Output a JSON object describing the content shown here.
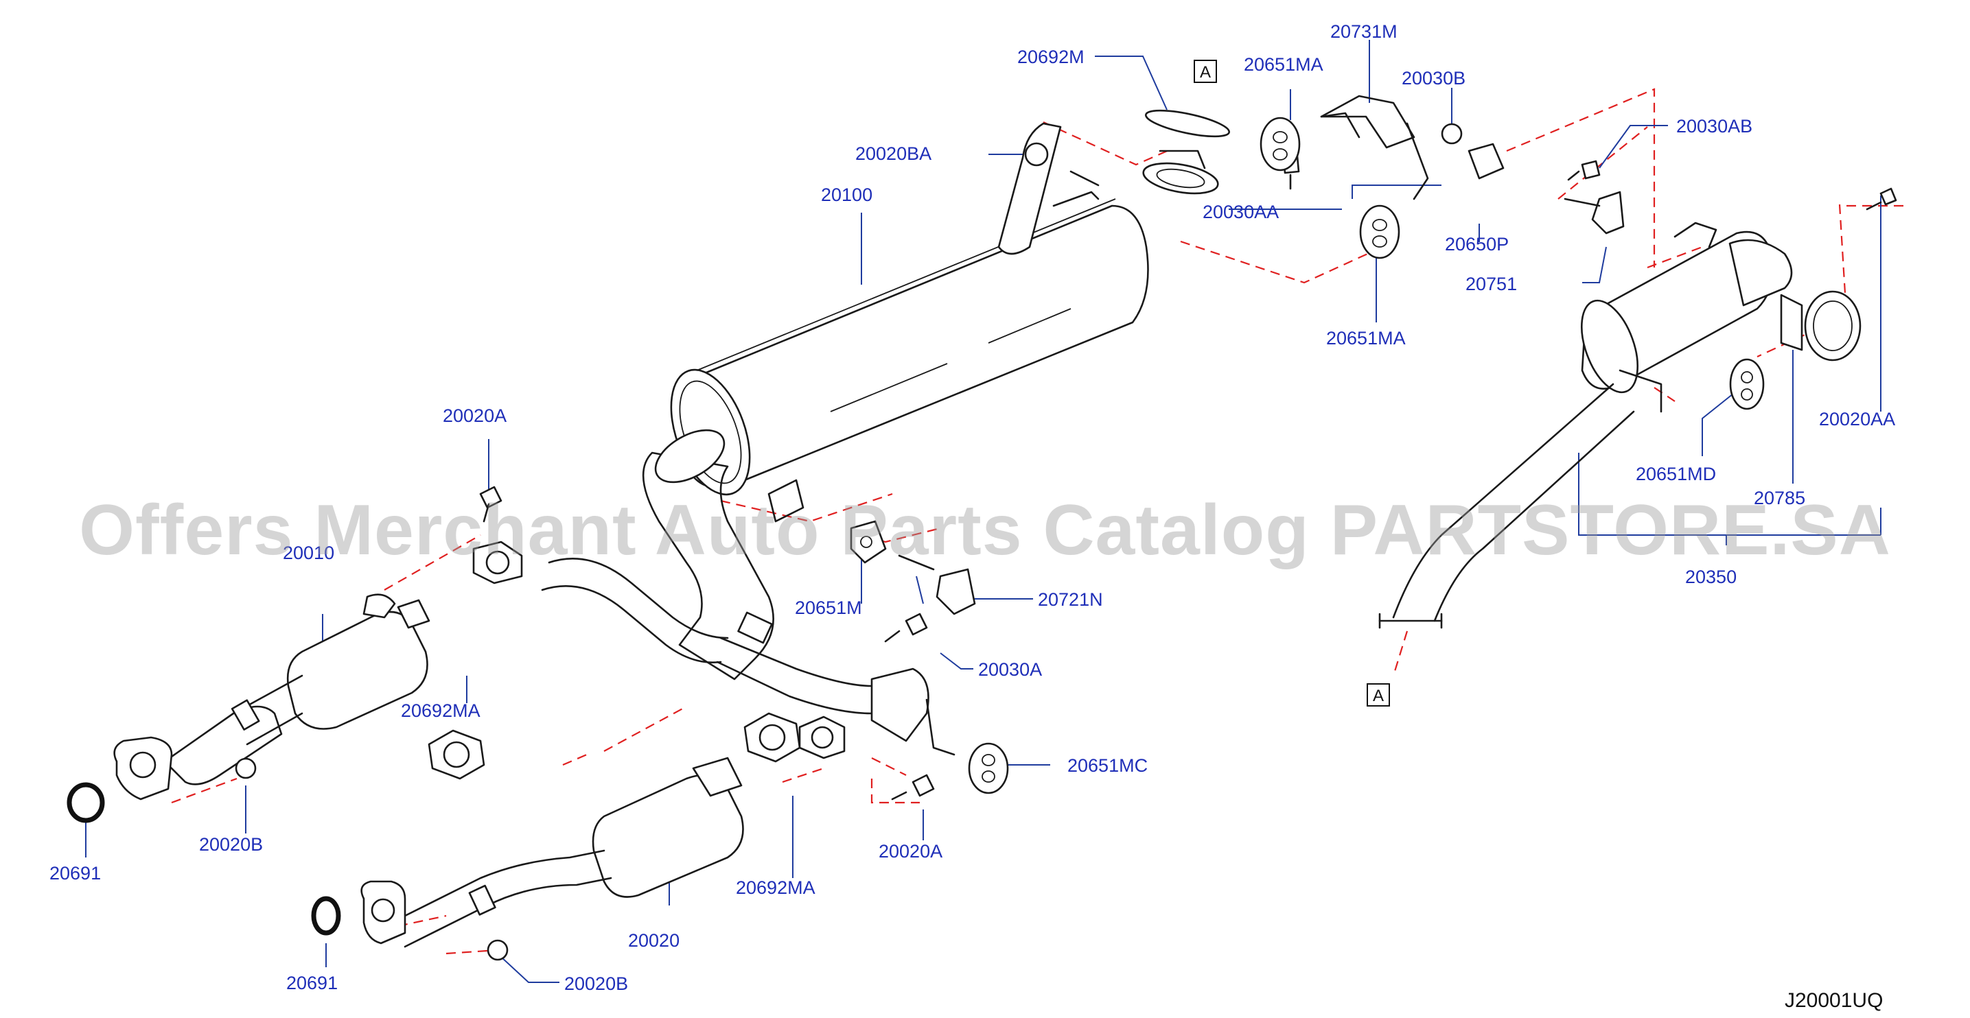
{
  "watermark": "Offers Merchant Auto Parts Catalog PARTSTORE.SA",
  "diagram_code": "J20001UQ",
  "ref_markers": {
    "top": "A",
    "bottom": "A"
  },
  "labels": {
    "p20692M": "20692M",
    "p20731M": "20731M",
    "p20651MA_top": "20651MA",
    "p20030B": "20030B",
    "p20020BA": "20020BA",
    "p20030AB": "20030AB",
    "p20100": "20100",
    "p20030AA": "20030AA",
    "p20650P": "20650P",
    "p20751": "20751",
    "p20651MA_bottom": "20651MA",
    "p20020AA": "20020AA",
    "p20020A_top": "20020A",
    "p20651MD": "20651MD",
    "p20785": "20785",
    "p20010": "20010",
    "p20350": "20350",
    "p20651M": "20651M",
    "p20721N": "20721N",
    "p20030A": "20030A",
    "p20692MA_top": "20692MA",
    "p20651MC": "20651MC",
    "p20020A_bottom": "20020A",
    "p20020B_top": "20020B",
    "p20691_top": "20691",
    "p20692MA_bottom": "20692MA",
    "p20020": "20020",
    "p20691_bottom": "20691",
    "p20020B_bottom": "20020B"
  }
}
